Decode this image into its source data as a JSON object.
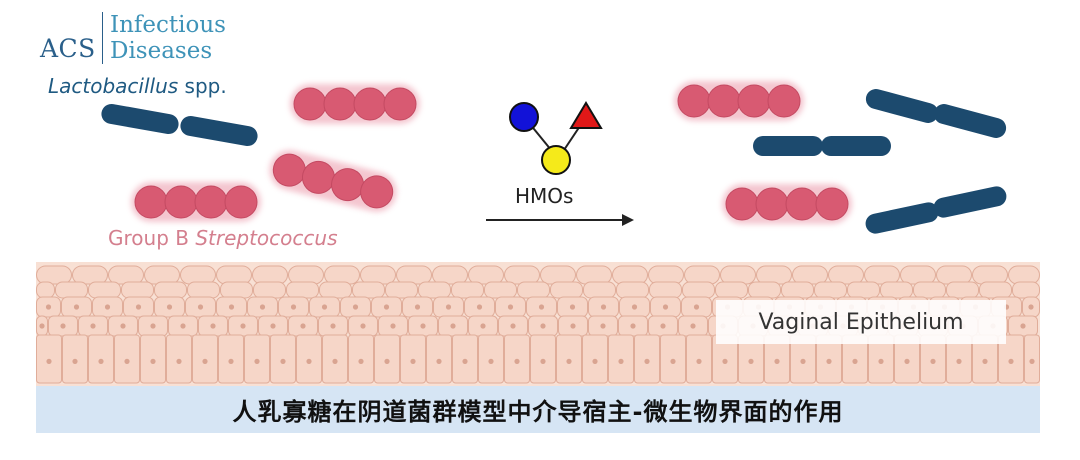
{
  "logo": {
    "acs": "ACS",
    "journal_line1": "Infectious",
    "journal_line2": "Diseases"
  },
  "labels": {
    "lactobacillus_italic": "Lactobacillus",
    "lactobacillus_suffix": " spp.",
    "gbs_prefix": "Group B ",
    "gbs_italic": "Streptococcus",
    "hmos": "HMOs",
    "epithelium": "Vaginal Epithelium"
  },
  "banner": {
    "text": "人乳寡糖在阴道菌群模型中介导宿主-微生物界面的作用"
  },
  "colors": {
    "rod": "#1c4a6e",
    "coccus": "#d85a72",
    "coccus_glow": "#f3c0ca",
    "cell_fill": "#f6d6c8",
    "cell_stroke": "#e0ad9a",
    "nucleus": "#d9a491",
    "glycan_blue": "#1212d8",
    "glycan_red": "#e01818",
    "glycan_yellow": "#f5ea1a",
    "banner_bg": "#d6e5f4",
    "logo_dark": "#2a5f8a",
    "logo_light": "#3e93b8"
  },
  "icons": {
    "glycan": "hmo-glycan-icon",
    "arrow": "right-arrow-icon"
  }
}
